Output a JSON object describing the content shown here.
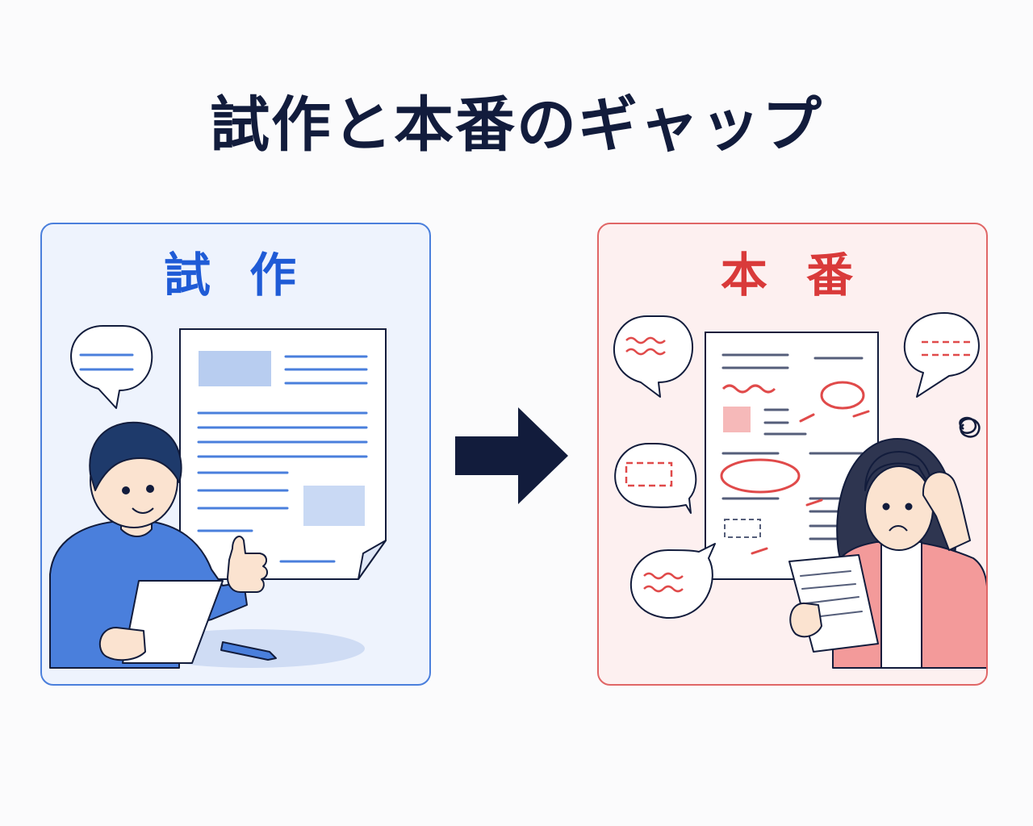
{
  "title": "試作と本番のギャップ",
  "left_panel": {
    "title": "試 作",
    "accent_color": "#1f5bd6"
  },
  "right_panel": {
    "title": "本 番",
    "accent_color": "#d93a3a"
  },
  "arrow": {
    "icon": "arrow-right-icon",
    "color": "#121c3c"
  }
}
